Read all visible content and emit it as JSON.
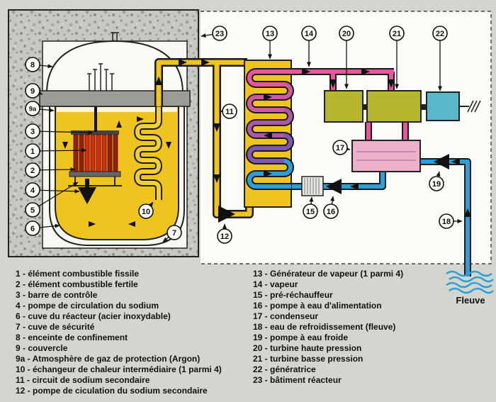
{
  "diagram": {
    "river_label": "Fleuve",
    "callouts": {
      "c1": "1",
      "c2": "2",
      "c3": "3",
      "c4": "4",
      "c5": "5",
      "c6": "6",
      "c7": "7",
      "c8": "8",
      "c9": "9",
      "c9a": "9a",
      "c10": "10",
      "c11": "11",
      "c12": "12",
      "c13": "13",
      "c14": "14",
      "c15": "15",
      "c16": "16",
      "c17": "17",
      "c18": "18",
      "c19": "19",
      "c20": "20",
      "c21": "21",
      "c22": "22",
      "c23": "23"
    },
    "colors": {
      "sodium_yellow": "#f0c41e",
      "steam_pink": "#e8559a",
      "water_blue": "#2ba0d8",
      "turbine_olive": "#b5b52e",
      "generator_blue": "#5ab8cc",
      "condenser_pink": "#ecb2cc",
      "concrete_gray": "#c7c7c3",
      "background": "#d3d6cf"
    }
  },
  "legend": {
    "left": [
      "1 - élément combustible fissile",
      "2 - élément combustible fertile",
      "3 - barre de contrôle",
      "4 - pompe de circulation du sodium",
      "6 - cuve du réacteur (acier inoxydable)",
      "7 - cuve de sécurité",
      "8 - enceinte de confinement",
      "9 - couvercle",
      "9a - Atmosphère de gaz de protection (Argon)",
      "10 - échangeur de chaleur intermédiaire (1 parmi 4)",
      "11 - circuit de sodium secondaire",
      "12 - pompe de ciculation du sodium secondaire"
    ],
    "right": [
      "13 - Générateur de vapeur (1 parmi 4)",
      "14 - vapeur",
      "15 - pré-réchauffeur",
      "16 - pompe à eau d'alimentation",
      "17 - condenseur",
      "18 - eau de refroidissement (fleuve)",
      "19 - pompe à eau froide",
      "20 - turbine haute pression",
      "21 - turbine basse pression",
      "22 - génératrice",
      "23 - bâtiment réacteur"
    ]
  }
}
